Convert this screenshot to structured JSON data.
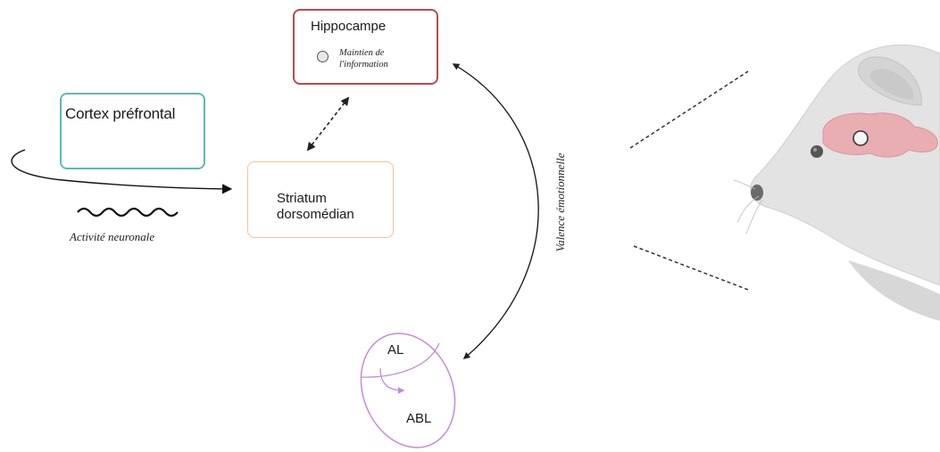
{
  "boxes": {
    "prefrontal": {
      "title": "Cortex préfrontal"
    },
    "hippocampus": {
      "title": "Hippocampe",
      "note_line1": "Maintien de",
      "note_line2": "l'information"
    },
    "striatum": {
      "title_line1": "Striatum",
      "title_line2": "dorsomédian"
    }
  },
  "labels": {
    "activity": "Activité neuronale",
    "valence": "Valence émotionnelle",
    "al": "AL",
    "abl": "ABL"
  },
  "colors": {
    "prefrontal": "#5fb8b4",
    "hippocampus": "#b54b50",
    "striatum": "#f2c39a",
    "amygdala": "#c58ad6",
    "brain": "#e9a9ac",
    "rat_fur": "#e3e3e3"
  },
  "icons": [
    "wave-icon",
    "rat-head-icon",
    "brain-icon",
    "recording-site-icon"
  ]
}
